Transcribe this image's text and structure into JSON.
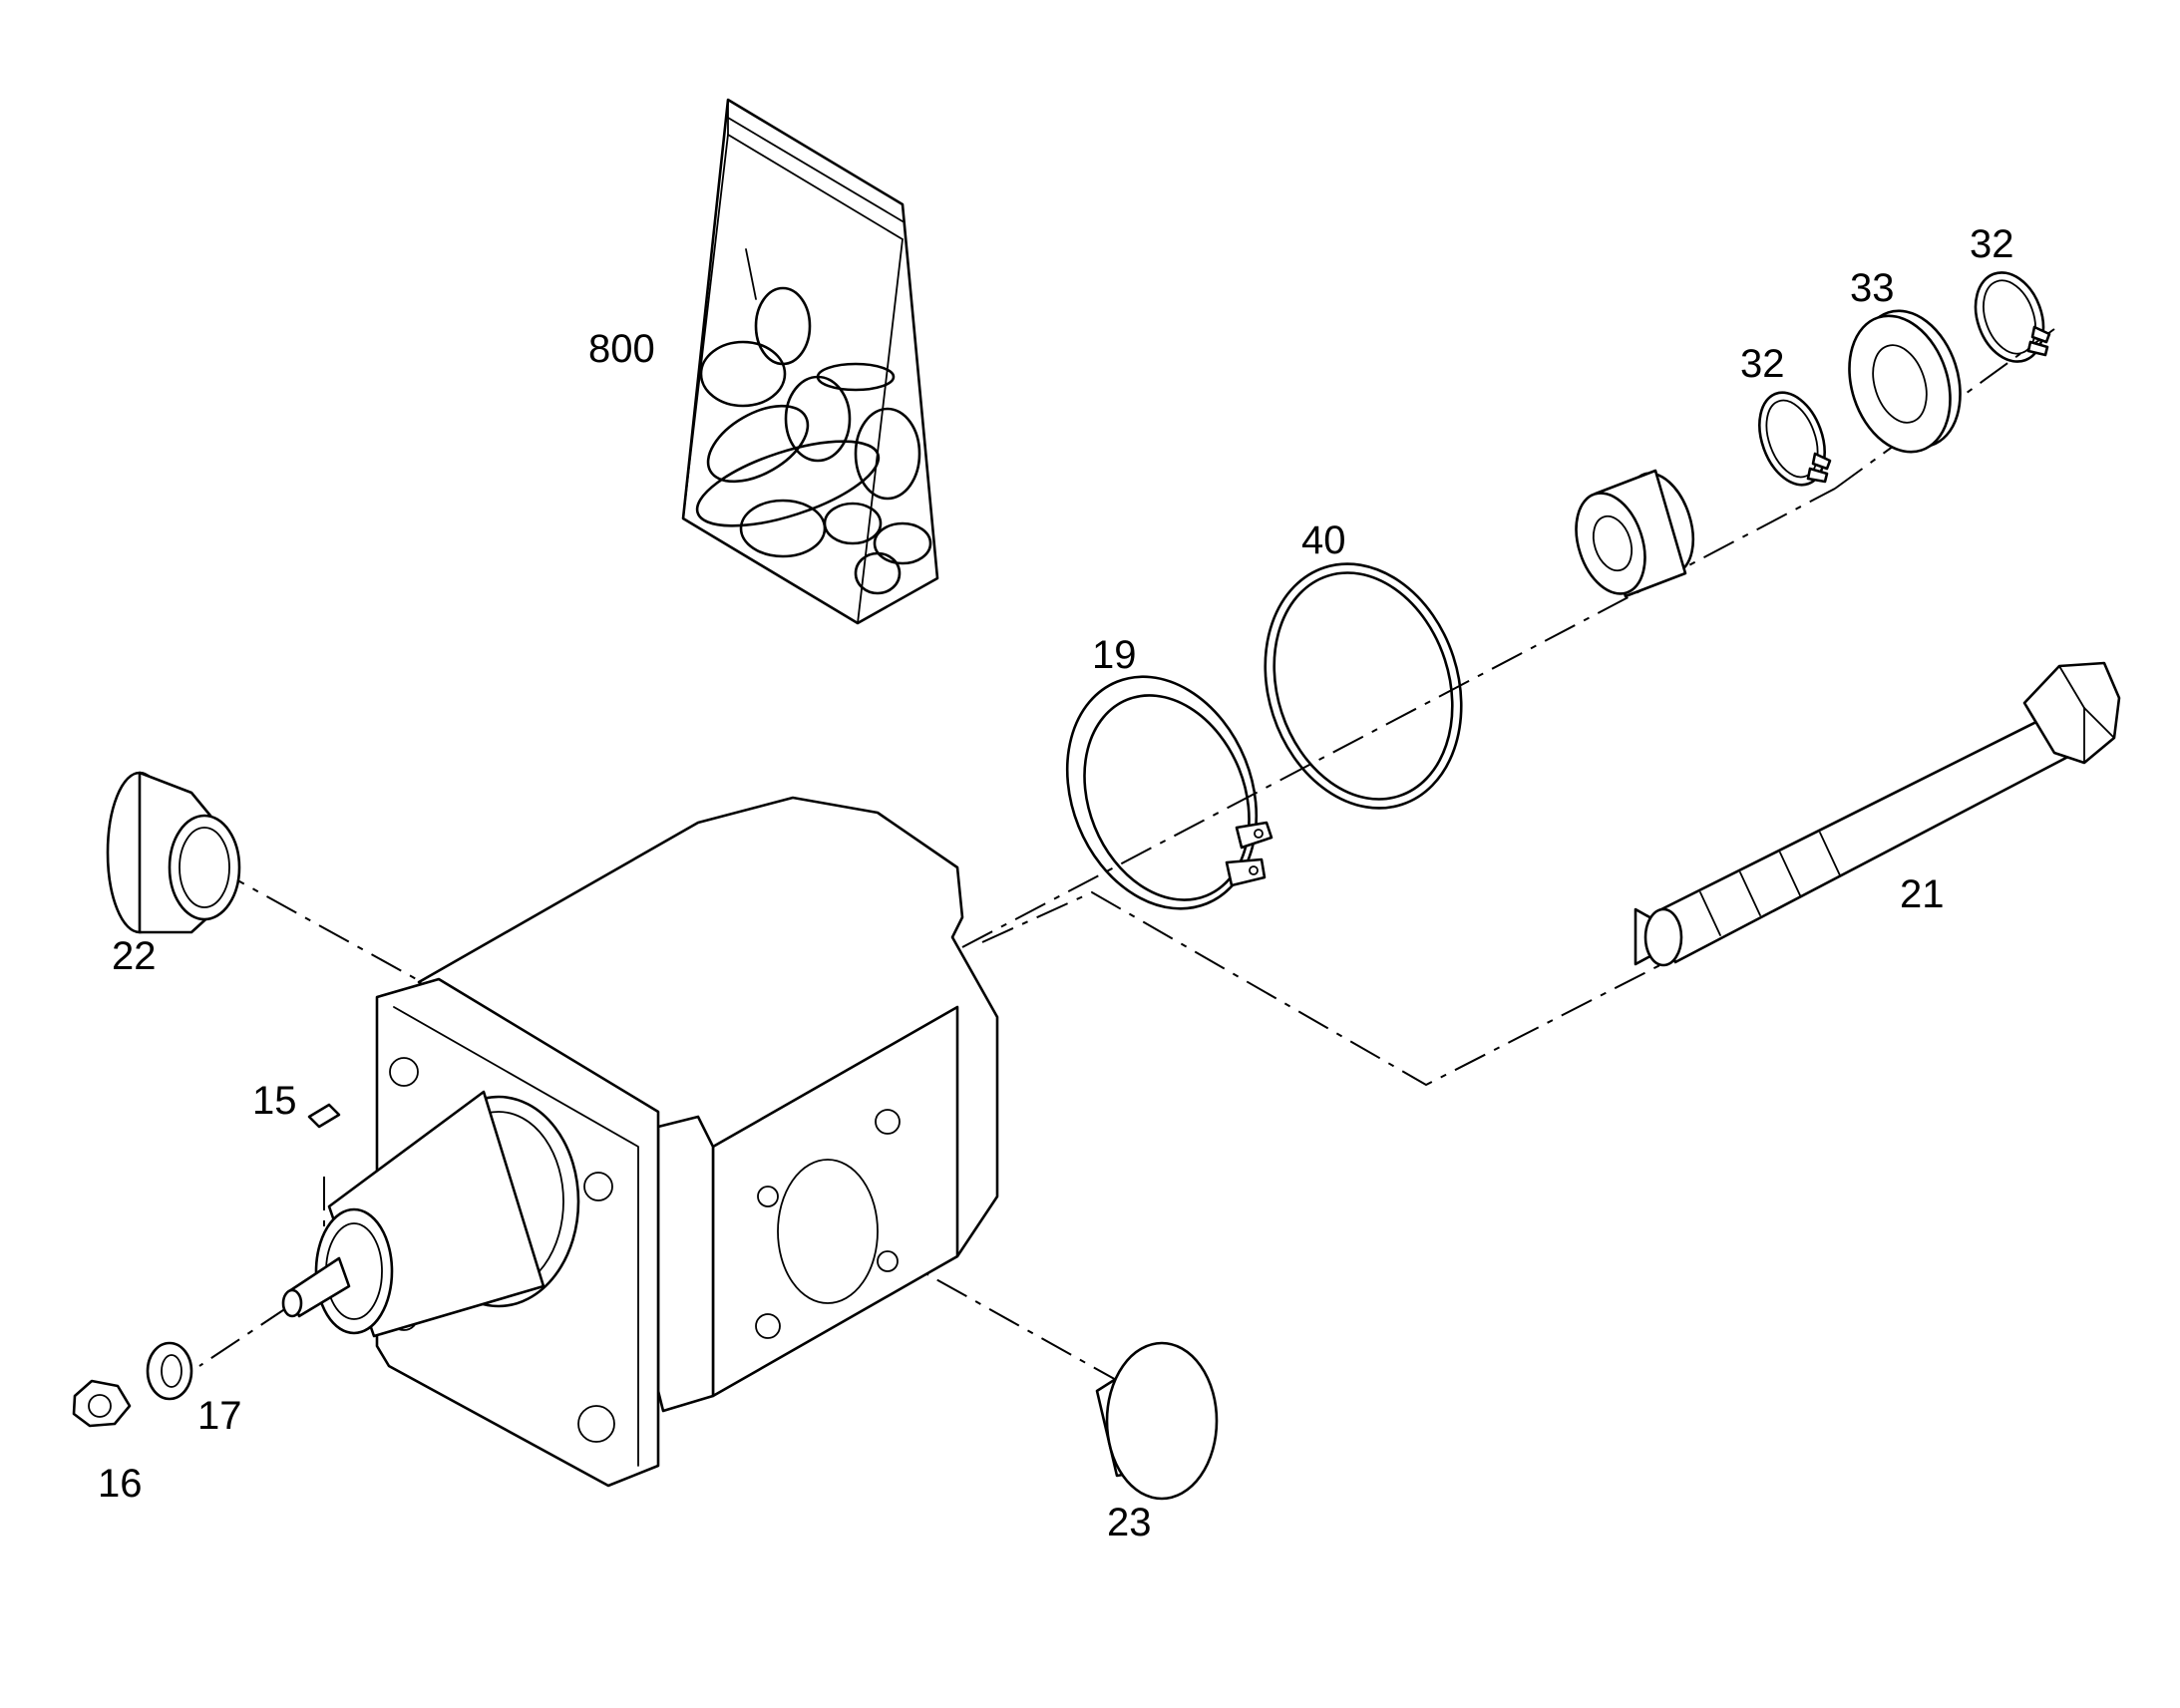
{
  "callouts": {
    "c800": "800",
    "c15": "15",
    "c16": "16",
    "c17": "17",
    "c19": "19",
    "c21": "21",
    "c22": "22",
    "c23": "23",
    "c32a": "32",
    "c32b": "32",
    "c33": "33",
    "c40": "40"
  }
}
